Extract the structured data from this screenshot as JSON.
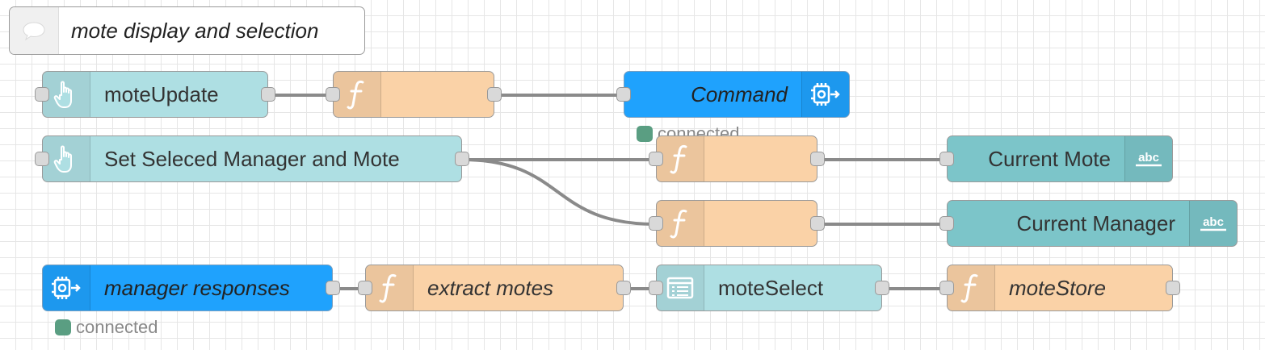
{
  "comment": {
    "label": "mote display and selection",
    "icon": "comment-icon"
  },
  "nodes": {
    "mote_update": {
      "label": "moteUpdate",
      "type": "inject",
      "icon": "hand-pointer-icon"
    },
    "func_1": {
      "label": "",
      "type": "function",
      "icon": "function-icon"
    },
    "command": {
      "label": "Command",
      "type": "mqtt-out",
      "icon": "chip-out-icon",
      "status": "connected"
    },
    "set_selected": {
      "label": "Set Seleced Manager and Mote",
      "type": "inject",
      "icon": "hand-pointer-icon"
    },
    "func_2": {
      "label": "",
      "type": "function",
      "icon": "function-icon"
    },
    "func_3": {
      "label": "",
      "type": "function",
      "icon": "function-icon"
    },
    "current_mote": {
      "label": "Current Mote",
      "type": "ui-text",
      "icon": "abc-icon"
    },
    "current_manager": {
      "label": "Current Manager",
      "type": "ui-text",
      "icon": "abc-icon"
    },
    "manager_responses": {
      "label": "manager responses",
      "type": "mqtt-in",
      "icon": "chip-in-icon",
      "status": "connected"
    },
    "extract_motes": {
      "label": "extract motes",
      "type": "function",
      "icon": "function-icon"
    },
    "mote_select": {
      "label": "moteSelect",
      "type": "ui-dropdown",
      "icon": "list-icon"
    },
    "mote_store": {
      "label": "moteStore",
      "type": "function",
      "icon": "function-icon"
    }
  },
  "colors": {
    "inject": "#aedfe3",
    "function": "#fad2a7",
    "mqtt": "#1fa2fd",
    "ui_text": "#7cc5c9",
    "status_connected": "#5a9e82",
    "wire": "#888888"
  }
}
